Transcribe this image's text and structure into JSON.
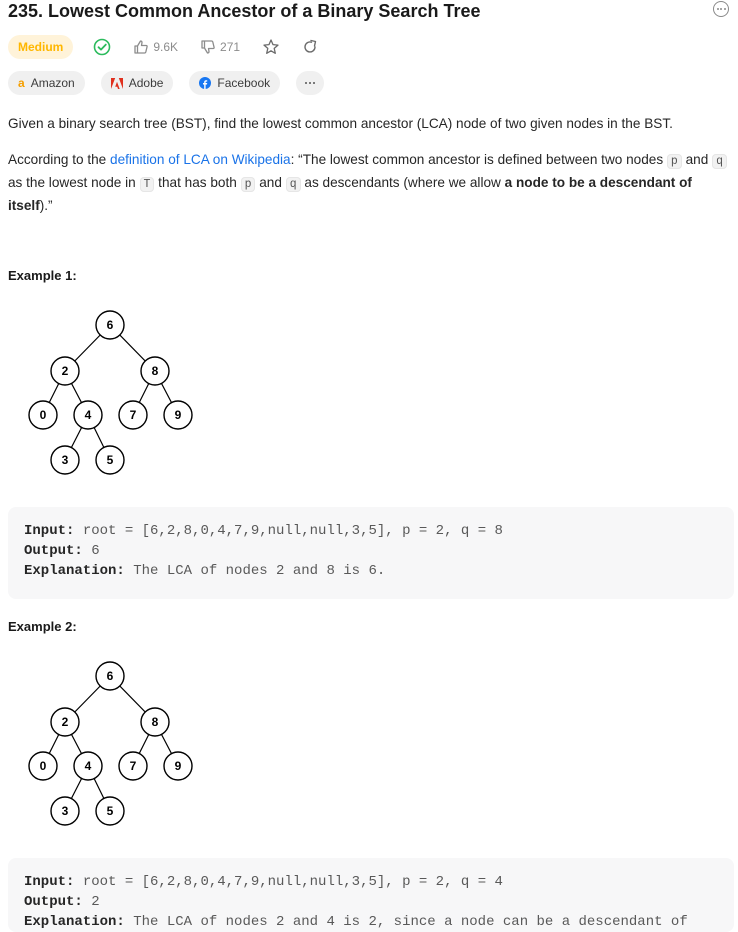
{
  "problem": {
    "title": "235. Lowest Common Ancestor of a Binary Search Tree",
    "difficulty": "Medium",
    "likes": "9.6K",
    "dislikes": "271",
    "colors": {
      "difficulty_text": "#ffb700",
      "difficulty_bg": "#fff3d9",
      "solved": "#2cbb5d",
      "link": "#1a73e8"
    }
  },
  "companies": [
    {
      "name": "Amazon",
      "icon": "amazon-icon"
    },
    {
      "name": "Adobe",
      "icon": "adobe-icon"
    },
    {
      "name": "Facebook",
      "icon": "facebook-icon"
    }
  ],
  "description": {
    "intro": "Given a binary search tree (BST), find the lowest common ancestor (LCA) node of two given nodes in the BST.",
    "according_to": "According to the ",
    "link_text": "definition of LCA on Wikipedia",
    "quote_start": ": “The lowest common ancestor is defined between two nodes ",
    "p": "p",
    "and": " and ",
    "q": "q",
    "as_lowest": " as the lowest node in ",
    "T": "T",
    "that_has_both": " that has both ",
    "as_desc": " as descendants (where we allow ",
    "bold_part": "a node to be a descendant of itself",
    "end": ").”"
  },
  "tree": {
    "nodes": [
      "6",
      "2",
      "8",
      "0",
      "4",
      "7",
      "9",
      "3",
      "5"
    ]
  },
  "examples": [
    {
      "title": "Example 1:",
      "input_label": "Input:",
      "input": " root = [6,2,8,0,4,7,9,null,null,3,5], p = 2, q = 8",
      "output_label": "Output:",
      "output": " 6",
      "explanation_label": "Explanation:",
      "explanation": " The LCA of nodes 2 and 8 is 6."
    },
    {
      "title": "Example 2:",
      "input_label": "Input:",
      "input": " root = [6,2,8,0,4,7,9,null,null,3,5], p = 2, q = 4",
      "output_label": "Output:",
      "output": " 2",
      "explanation_label": "Explanation:",
      "explanation": " The LCA of nodes 2 and 4 is 2, since a node can be a descendant of"
    }
  ]
}
